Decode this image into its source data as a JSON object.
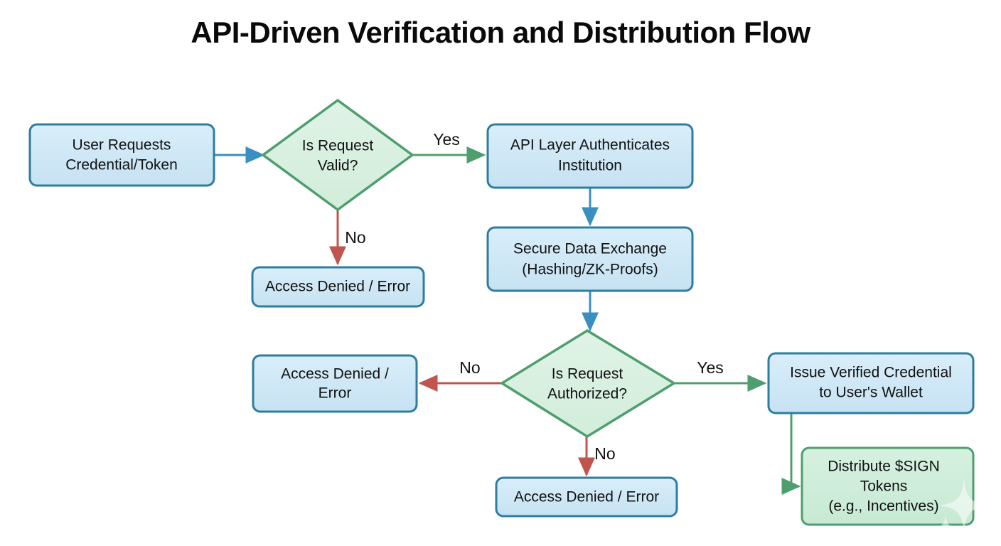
{
  "title": "API-Driven Verification and Distribution Flow",
  "colors": {
    "background": "#ffffff",
    "process_fill": "#cfe7f5",
    "process_stroke": "#2e7d9e",
    "decision_fill": "#d7f0de",
    "decision_stroke": "#4f9e6d",
    "terminal_fill": "#cdeed9",
    "terminal_stroke": "#4f9e6d",
    "edge_blue": "#3a8fc0",
    "edge_green": "#4f9e6d",
    "edge_red": "#c0554f",
    "text": "#111111",
    "title_text": "#0a0a0a"
  },
  "nodes": [
    {
      "id": "user-request",
      "label_lines": [
        "User Requests",
        "Credential/Token"
      ],
      "shape": "process"
    },
    {
      "id": "is-request-valid",
      "label_lines": [
        "Is Request",
        "Valid?"
      ],
      "shape": "decision"
    },
    {
      "id": "api-authenticates",
      "label_lines": [
        "API Layer Authenticates",
        "Institution"
      ],
      "shape": "process"
    },
    {
      "id": "access-denied-1",
      "label_lines": [
        "Access Denied / Error"
      ],
      "shape": "process"
    },
    {
      "id": "secure-data-exchange",
      "label_lines": [
        "Secure Data Exchange",
        "(Hashing/ZK-Proofs)"
      ],
      "shape": "process"
    },
    {
      "id": "is-request-authorized",
      "label_lines": [
        "Is Request",
        "Authorized?"
      ],
      "shape": "decision"
    },
    {
      "id": "access-denied-2",
      "label_lines": [
        "Access Denied /",
        "Error"
      ],
      "shape": "process"
    },
    {
      "id": "access-denied-3",
      "label_lines": [
        "Access Denied / Error"
      ],
      "shape": "process"
    },
    {
      "id": "issue-credential",
      "label_lines": [
        "Issue Verified Credential",
        "to User's Wallet"
      ],
      "shape": "process"
    },
    {
      "id": "distribute-tokens",
      "label_lines": [
        "Distribute $SIGN",
        "Tokens",
        "(e.g., Incentives)"
      ],
      "shape": "terminal"
    }
  ],
  "edges": [
    {
      "id": "edge-user-to-valid",
      "from": "user-request",
      "to": "is-request-valid",
      "label": "",
      "color": "blue"
    },
    {
      "id": "edge-valid-yes-to-api",
      "from": "is-request-valid",
      "to": "api-authenticates",
      "label": "Yes",
      "color": "green"
    },
    {
      "id": "edge-valid-no-to-denied",
      "from": "is-request-valid",
      "to": "access-denied-1",
      "label": "No",
      "color": "red"
    },
    {
      "id": "edge-api-to-secure",
      "from": "api-authenticates",
      "to": "secure-data-exchange",
      "label": "",
      "color": "blue"
    },
    {
      "id": "edge-secure-to-authorized",
      "from": "secure-data-exchange",
      "to": "is-request-authorized",
      "label": "",
      "color": "blue"
    },
    {
      "id": "edge-authorized-no-to-denied",
      "from": "is-request-authorized",
      "to": "access-denied-2",
      "label": "No",
      "color": "red"
    },
    {
      "id": "edge-authorized-down-no",
      "from": "is-request-authorized",
      "to": "access-denied-3",
      "label": "No",
      "color": "red"
    },
    {
      "id": "edge-authorized-yes-to-issue",
      "from": "is-request-authorized",
      "to": "issue-credential",
      "label": "Yes",
      "color": "green"
    },
    {
      "id": "edge-issue-to-distribute",
      "from": "issue-credential",
      "to": "distribute-tokens",
      "label": "",
      "color": "green"
    }
  ],
  "edge_labels": {
    "valid_yes": "Yes",
    "valid_no": "No",
    "authorized_no_left": "No",
    "authorized_no_down": "No",
    "authorized_yes": "Yes"
  },
  "chart_data": {
    "type": "diagram",
    "diagram_kind": "flowchart",
    "title": "API-Driven Verification and Distribution Flow",
    "orientation": "left-to-right with vertical branches",
    "node_count": 10,
    "edge_count": 9
  }
}
